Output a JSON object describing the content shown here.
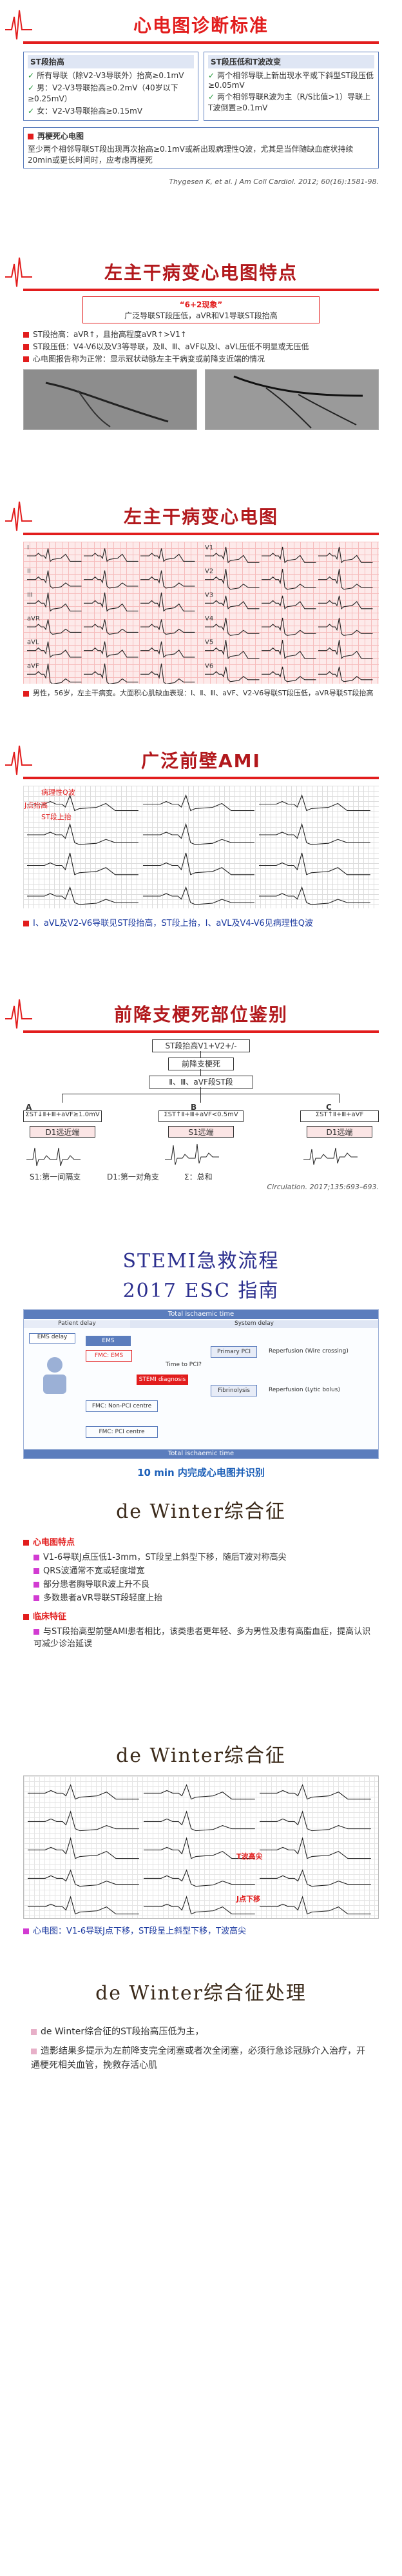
{
  "slides": [
    {
      "id": "s1",
      "title": "心电图诊断标准",
      "left_box_heading": "ST段抬高",
      "left_box_lines": [
        "所有导联（除V2-V3导联外）抬高≥0.1mV",
        "男：V2-V3导联抬高≥0.2mV（40岁以下≥0.25mV）",
        "女：V2-V3导联抬高≥0.15mV"
      ],
      "right_box_heading": "ST段压低和T波改变",
      "right_box_lines": [
        "两个相邻导联上新出现水平或下斜型ST段压低≥0.05mV",
        "两个相邻导联R波为主（R/S比值>1）导联上T波倒置≥0.1mV"
      ],
      "bottom_heading": "再梗死心电图",
      "bottom_text": "至少两个相邻导联ST段出现再次抬高≥0.1mV或新出现病理性Q波，尤其是当伴随缺血症状持续20min或更长时间时，应考虑再梗死",
      "citation": "Thygesen K, et al. J Am Coll Cardiol. 2012; 60(16):1581-98."
    },
    {
      "id": "s2",
      "title": "左主干病变心电图特点",
      "badge_main": "“6+2现象”",
      "badge_sub": "广泛导联ST段压低，aVR和V1导联ST段抬高",
      "bullets": [
        "ST段抬高：aVR↑，且抬高程度aVR↑>V1↑",
        "ST段压低：V4-V6以及V3等导联，及Ⅱ、Ⅲ、aVF以及Ⅰ、aVL压低不明显或无压低",
        "心电图报告称为正常：显示冠状动脉左主干病变或前降支近端的情况"
      ]
    },
    {
      "id": "s3",
      "title": "左主干病变心电图",
      "leads": [
        "I",
        "II",
        "III",
        "aVR",
        "aVL",
        "aVF",
        "V1",
        "V2",
        "V3",
        "V4",
        "V5",
        "V6"
      ],
      "caption": "男性，56岁，左主干病变。大面积心肌缺血表现：Ⅰ、Ⅱ、Ⅲ、aVF、V2-V6导联ST段压低，aVR导联ST段抬高"
    },
    {
      "id": "s4",
      "title": "广泛前壁AMI",
      "labels": [
        "病理性Q波",
        "ST段上抬",
        "J点抬高"
      ],
      "bullet": "I、aVL及V2-V6导联见ST段抬高，ST段上抬，I、aVL及V4-V6见病理性Q波"
    },
    {
      "id": "s5",
      "title": "前降支梗死部位鉴别",
      "flow_top": "ST段抬高V1+V2+/-",
      "flow_q1": "前降支梗死",
      "flow_q2": "Ⅱ、Ⅲ、aVF段ST段",
      "flow_a": "A",
      "flow_b": "B",
      "flow_c": "C",
      "flow_a_sum": "ΣST↓Ⅱ+Ⅲ+aVF≥1.0mV",
      "flow_b_sum": "ΣST↑Ⅱ+Ⅲ+aVF<0.5mV",
      "flow_c_sum": "ΣST↑Ⅱ+Ⅲ+aVF",
      "flow_b_label": "S1远端",
      "flow_a_label": "D1远近端",
      "flow_c_label": "D1远端",
      "legend_s1": "S1:第一间隔支",
      "legend_d1": "D1:第一对角支",
      "legend_sum": "Σ：总和",
      "citation": "Circulation. 2017;135:693–693."
    },
    {
      "id": "s6",
      "title_line1": "STEMI急救流程",
      "title_line2": "2017 ESC 指南",
      "band_top": "Total ischaemic time",
      "band_patient": "Patient delay",
      "band_system": "System delay",
      "band_ems": "EMS delay",
      "band_bottom": "Total ischaemic time",
      "labels": [
        "EMS",
        "FMC: EMS",
        "STEMI diagnosis",
        "FMC: Non-PCI centre",
        "FMC: PCI centre",
        "Primary PCI",
        "Fibrinolysis",
        "Reperfusion (Wire crossing)",
        "Reperfusion (Lytic bolus)",
        "Time to PCI?"
      ],
      "footer": "10 min 内完成心电图并识别"
    },
    {
      "id": "s7",
      "title": "de Winter综合征",
      "section1_heading": "心电图特点",
      "section1_items": [
        "V1-6导联J点压低1-3mm，ST段呈上斜型下移，随后T波对称高尖",
        "QRS波通常不宽或轻度增宽",
        "部分患者胸导联R波上升不良",
        "多数患者aVR导联ST段轻度上抬"
      ],
      "section2_heading": "临床特征",
      "section2_items": [
        "与ST段抬高型前壁AMI患者相比，该类患者更年轻、多为男性及患有高脂血症，提高认识可减少诊治延误"
      ]
    },
    {
      "id": "s8",
      "title": "de Winter综合征",
      "labels": [
        "T波高尖",
        "J点下移"
      ],
      "caption": "心电图：V1-6导联J点下移，ST段呈上斜型下移，T波高尖"
    },
    {
      "id": "s9",
      "title": "de Winter综合征处理",
      "bullets": [
        "de Winter综合征的ST段抬高压低为主，",
        "造影结果多提示为左前降支完全闭塞或者次全闭塞，必须行急诊冠脉介入治疗，开通梗死相关血管，挽救存活心肌"
      ]
    }
  ],
  "colors": {
    "title_red": "#e21d1d",
    "title_blue": "#2c2f8e",
    "accent_green": "#2a9b3f",
    "accent_pink": "#e21d8e"
  }
}
